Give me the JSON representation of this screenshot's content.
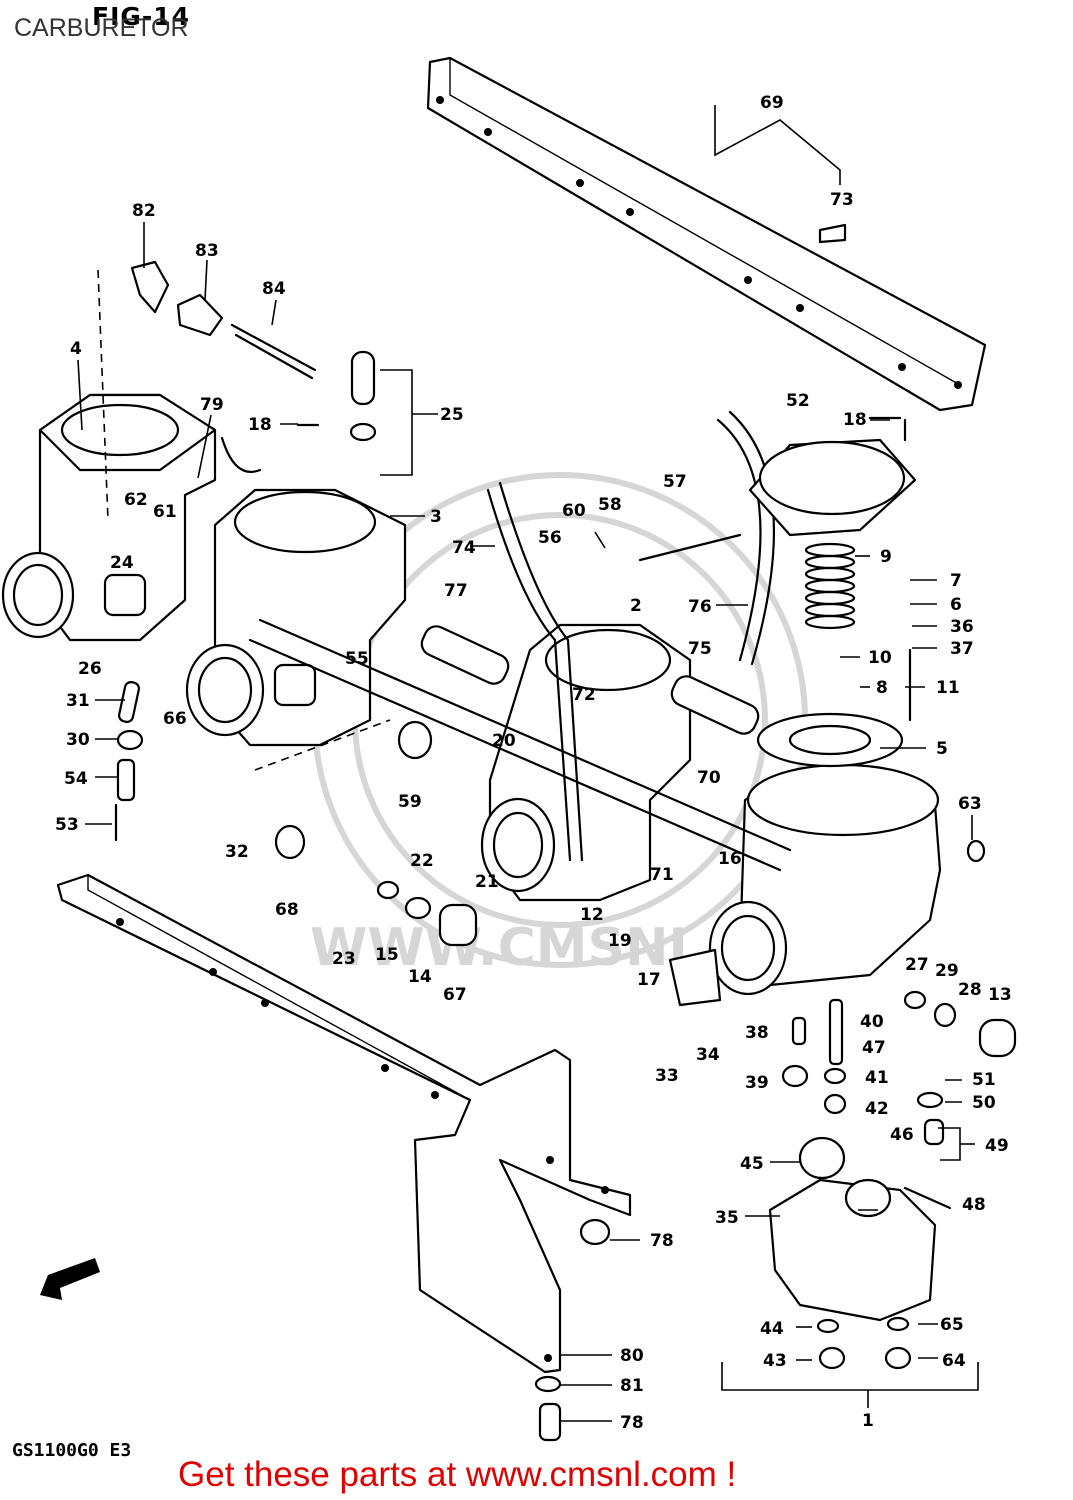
{
  "figure": {
    "label": "FIG-14",
    "title": "CARBURETOR",
    "model_code": "GS1100G0 E3",
    "banner": "Get these parts at www.cmsnl.com !",
    "watermark": "WWW.CMSNL.COM",
    "banner_color": "#e00000",
    "line_color": "#000000"
  },
  "callouts": [
    {
      "id": "c82",
      "text": "82"
    },
    {
      "id": "c83",
      "text": "83"
    },
    {
      "id": "c84",
      "text": "84"
    },
    {
      "id": "c4",
      "text": "4"
    },
    {
      "id": "c79",
      "text": "79"
    },
    {
      "id": "c18a",
      "text": "18"
    },
    {
      "id": "c25",
      "text": "25"
    },
    {
      "id": "c3",
      "text": "3"
    },
    {
      "id": "c62",
      "text": "62"
    },
    {
      "id": "c61",
      "text": "61"
    },
    {
      "id": "c24",
      "text": "24"
    },
    {
      "id": "c26",
      "text": "26"
    },
    {
      "id": "c31",
      "text": "31"
    },
    {
      "id": "c66",
      "text": "66"
    },
    {
      "id": "c30",
      "text": "30"
    },
    {
      "id": "c54",
      "text": "54"
    },
    {
      "id": "c53",
      "text": "53"
    },
    {
      "id": "c32",
      "text": "32"
    },
    {
      "id": "c68",
      "text": "68"
    },
    {
      "id": "c23",
      "text": "23"
    },
    {
      "id": "c15",
      "text": "15"
    },
    {
      "id": "c14",
      "text": "14"
    },
    {
      "id": "c67",
      "text": "67"
    },
    {
      "id": "c55",
      "text": "55"
    },
    {
      "id": "c59",
      "text": "59"
    },
    {
      "id": "c22",
      "text": "22"
    },
    {
      "id": "c21",
      "text": "21"
    },
    {
      "id": "c20",
      "text": "20"
    },
    {
      "id": "c74",
      "text": "74"
    },
    {
      "id": "c77",
      "text": "77"
    },
    {
      "id": "c56",
      "text": "56"
    },
    {
      "id": "c60",
      "text": "60"
    },
    {
      "id": "c58",
      "text": "58"
    },
    {
      "id": "c57",
      "text": "57"
    },
    {
      "id": "c2",
      "text": "2"
    },
    {
      "id": "c72",
      "text": "72"
    },
    {
      "id": "c76",
      "text": "76"
    },
    {
      "id": "c75",
      "text": "75"
    },
    {
      "id": "c70",
      "text": "70"
    },
    {
      "id": "c71",
      "text": "71"
    },
    {
      "id": "c12",
      "text": "12"
    },
    {
      "id": "c19",
      "text": "19"
    },
    {
      "id": "c17",
      "text": "17"
    },
    {
      "id": "c16",
      "text": "16"
    },
    {
      "id": "c69",
      "text": "69"
    },
    {
      "id": "c73",
      "text": "73"
    },
    {
      "id": "c52",
      "text": "52"
    },
    {
      "id": "c18b",
      "text": "18"
    },
    {
      "id": "c9",
      "text": "9"
    },
    {
      "id": "c7",
      "text": "7"
    },
    {
      "id": "c6",
      "text": "6"
    },
    {
      "id": "c36",
      "text": "36"
    },
    {
      "id": "c37",
      "text": "37"
    },
    {
      "id": "c10",
      "text": "10"
    },
    {
      "id": "c8",
      "text": "8"
    },
    {
      "id": "c11",
      "text": "11"
    },
    {
      "id": "c5",
      "text": "5"
    },
    {
      "id": "c63",
      "text": "63"
    },
    {
      "id": "c27",
      "text": "27"
    },
    {
      "id": "c29",
      "text": "29"
    },
    {
      "id": "c28",
      "text": "28"
    },
    {
      "id": "c13",
      "text": "13"
    },
    {
      "id": "c40",
      "text": "40"
    },
    {
      "id": "c38",
      "text": "38"
    },
    {
      "id": "c47",
      "text": "47"
    },
    {
      "id": "c39",
      "text": "39"
    },
    {
      "id": "c41",
      "text": "41"
    },
    {
      "id": "c51",
      "text": "51"
    },
    {
      "id": "c42",
      "text": "42"
    },
    {
      "id": "c50",
      "text": "50"
    },
    {
      "id": "c46",
      "text": "46"
    },
    {
      "id": "c49",
      "text": "49"
    },
    {
      "id": "c33",
      "text": "33"
    },
    {
      "id": "c34",
      "text": "34"
    },
    {
      "id": "c45",
      "text": "45"
    },
    {
      "id": "c48",
      "text": "48"
    },
    {
      "id": "c35",
      "text": "35"
    },
    {
      "id": "c78a",
      "text": "78"
    },
    {
      "id": "c44",
      "text": "44"
    },
    {
      "id": "c65",
      "text": "65"
    },
    {
      "id": "c43",
      "text": "43"
    },
    {
      "id": "c64",
      "text": "64"
    },
    {
      "id": "c1",
      "text": "1"
    },
    {
      "id": "c80",
      "text": "80"
    },
    {
      "id": "c81",
      "text": "81"
    },
    {
      "id": "c78b",
      "text": "78"
    }
  ]
}
